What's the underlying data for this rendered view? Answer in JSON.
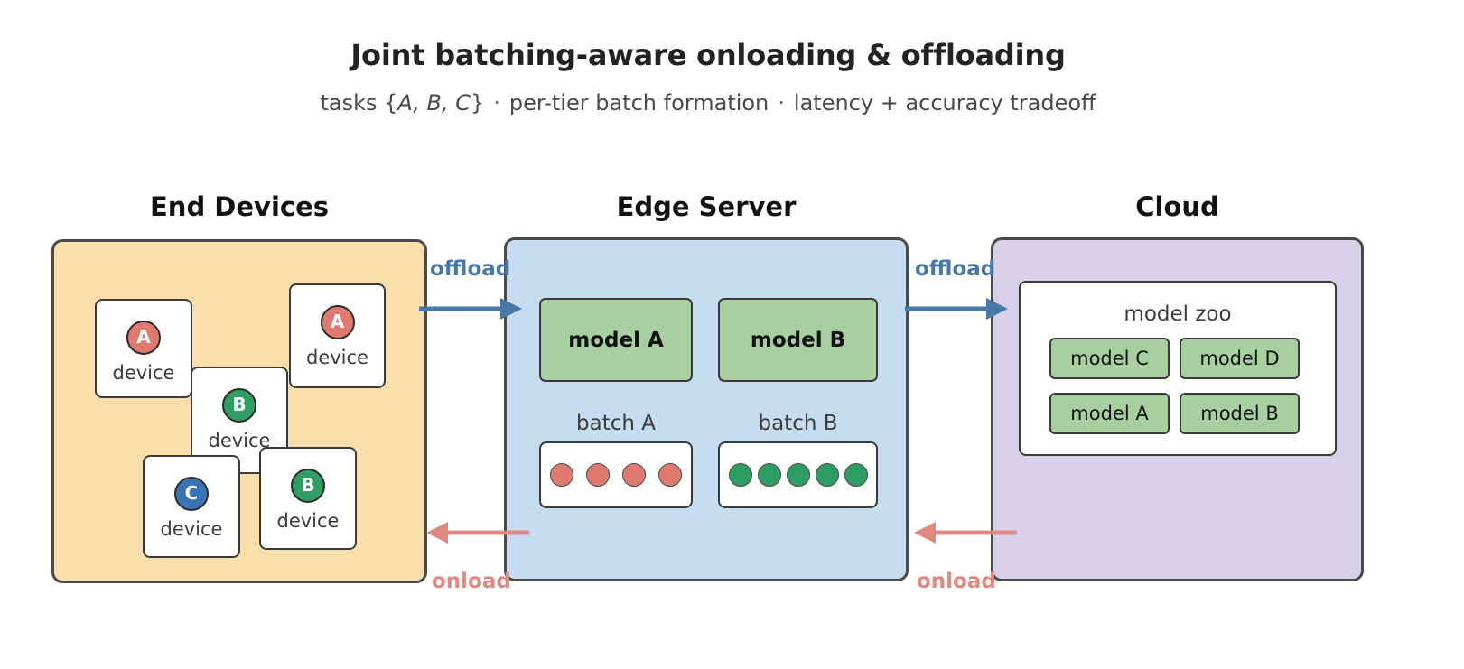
{
  "header": {
    "title": "Joint batching-aware onloading & offloading",
    "subtitle_parts": {
      "tasks_prefix": "tasks {",
      "tasks_set": "A, B, C",
      "tasks_suffix": "}",
      "sep": "·",
      "middle": "per-tier batch formation",
      "right": "latency + accuracy tradeoff"
    }
  },
  "colors": {
    "task_a": "#e07a6f",
    "task_b": "#2e9e63",
    "task_c": "#3a73b4",
    "model_green": "#a8cfa0",
    "panel_end_devices": "#fadfab",
    "panel_edge": "#c6dcf0",
    "panel_cloud": "#d9d0e9",
    "offload_arrow": "#4878a8",
    "onload_arrow": "#e08a7f"
  },
  "tiers": {
    "end_devices": {
      "heading": "End Devices",
      "devices": [
        {
          "task": "A",
          "label": "device",
          "color": "#e07a6f"
        },
        {
          "task": "A",
          "label": "device",
          "color": "#e07a6f"
        },
        {
          "task": "B",
          "label": "device",
          "color": "#2e9e63"
        },
        {
          "task": "C",
          "label": "device",
          "color": "#3a73b4"
        },
        {
          "task": "B",
          "label": "device",
          "color": "#2e9e63"
        }
      ]
    },
    "edge_server": {
      "heading": "Edge Server",
      "models": [
        {
          "label": "model A"
        },
        {
          "label": "model B"
        }
      ],
      "batches": [
        {
          "caption": "batch A",
          "count": 4,
          "color": "#e07a6f"
        },
        {
          "caption": "batch B",
          "count": 5,
          "color": "#2e9e63"
        }
      ]
    },
    "cloud": {
      "heading": "Cloud",
      "zoo_caption": "model zoo",
      "zoo_models": [
        {
          "label": "model C"
        },
        {
          "label": "model D"
        },
        {
          "label": "model A"
        },
        {
          "label": "model B"
        }
      ]
    }
  },
  "flows": {
    "offload_device_to_edge": "offload",
    "offload_edge_to_cloud": "offload",
    "onload_edge_to_device": "onload",
    "onload_cloud_to_edge": "onload"
  }
}
